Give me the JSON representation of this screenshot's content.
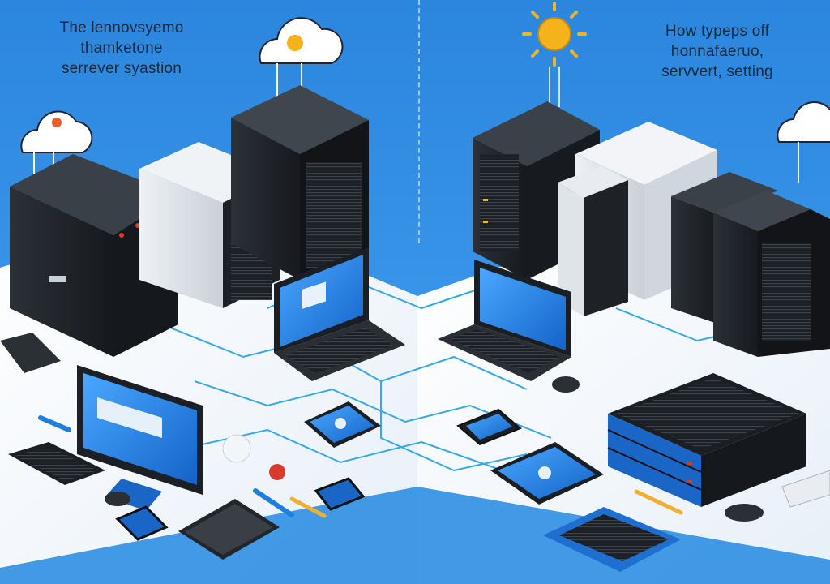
{
  "captions": {
    "left": [
      "The lennovsyemo",
      "thamketone",
      "serrever syastion"
    ],
    "right": [
      "How typeps off",
      "honnafaeruo,",
      "servvert, setting"
    ]
  },
  "colors": {
    "sky": "#2f8fe3",
    "floor": "#f4f8fc",
    "server_dark": "#22262b",
    "server_light": "#dfe4e9",
    "accent_blue": "#1e7fe0",
    "accent_red": "#d83a2e",
    "sun": "#f6b21b"
  },
  "icons": [
    "cloud-icon",
    "sun-icon",
    "server-rack-icon",
    "laptop-icon",
    "monitor-icon",
    "tablet-icon",
    "phone-icon",
    "keyboard-icon",
    "mouse-icon",
    "pencil-icon"
  ]
}
